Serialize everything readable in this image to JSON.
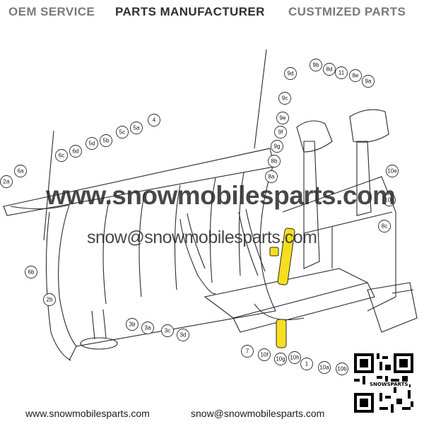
{
  "header": {
    "left": "OEM SERVICE",
    "center": "PARTS MANUFACTURER",
    "right": "CUSTMIZED PARTS"
  },
  "watermark": {
    "site": "www.snowmobilesparts.com",
    "email": "snow@snowmobilesparts.com"
  },
  "callouts": [
    "2a",
    "6a",
    "6b",
    "6c",
    "6d",
    "5d",
    "5b",
    "5c",
    "5a",
    "4",
    "2b",
    "3b",
    "3a",
    "3c",
    "3d",
    "7",
    "10f",
    "10g",
    "1",
    "10h",
    "10a",
    "10b",
    "10e",
    "10d",
    "8c",
    "9d",
    "9b",
    "8d",
    "11",
    "8e",
    "9a",
    "9c",
    "9e",
    "9f",
    "9g",
    "8b",
    "8a"
  ],
  "footer": {
    "website": "www.snowmobilesparts.com",
    "email": "snow@snowmobilesparts.com"
  },
  "qr": {
    "label": "SNOWSPARTS"
  },
  "colors": {
    "highlight": "#f5df1e",
    "line": "#2a2a2a"
  }
}
